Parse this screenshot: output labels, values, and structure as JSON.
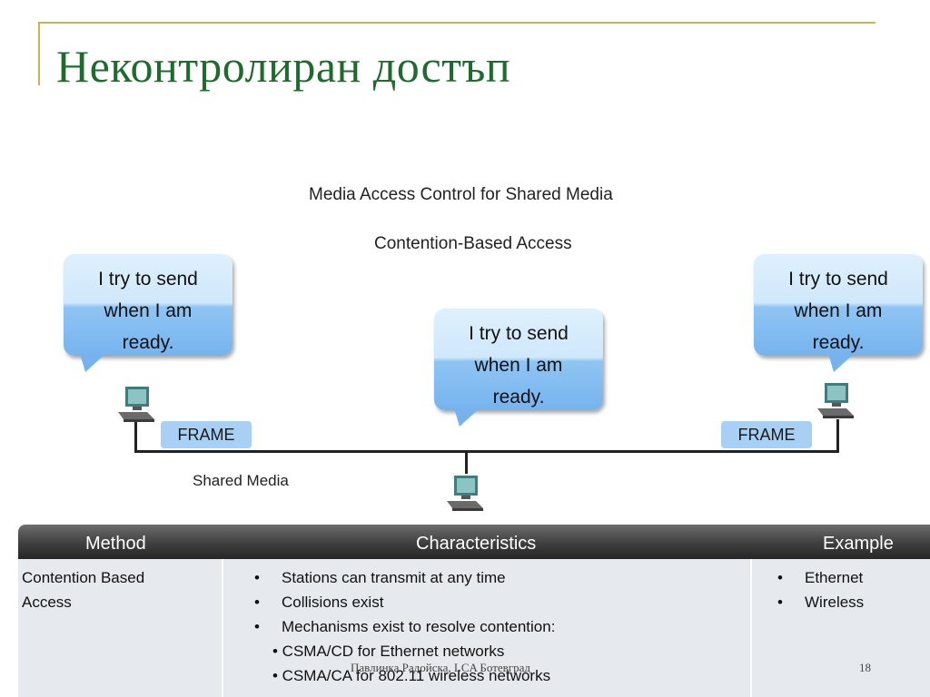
{
  "slide": {
    "title": "Неконтролиран достъп",
    "footer": "Павлинка Радойска, LCA Ботевград",
    "page_number": "18"
  },
  "diagram": {
    "title": "Media Access Control for Shared Media",
    "subtitle": "Contention-Based Access",
    "bubbles": {
      "left": [
        "I try to send",
        "when I am",
        "ready."
      ],
      "center": [
        "I try to send",
        "when I am",
        "ready."
      ],
      "right": [
        "I try to send",
        "when I am",
        "ready."
      ]
    },
    "frame_left": "FRAME",
    "frame_right": "FRAME",
    "shared_media_label": "Shared Media",
    "icons": [
      "computer-icon"
    ],
    "colors": {
      "bubble": "#8fc5f4",
      "frame": "#a8d0f5",
      "title": "#1f6b2f",
      "accent_line": "#c9b35a"
    }
  },
  "table": {
    "headers": {
      "method": "Method",
      "characteristics": "Characteristics",
      "example": "Example"
    },
    "row": {
      "method": [
        "Contention Based",
        "Access"
      ],
      "characteristics": [
        "Stations can transmit at any time",
        "Collisions exist",
        "Mechanisms exist to resolve contention:"
      ],
      "sub_items": [
        "• CSMA/CD for Ethernet networks",
        "• CSMA/CA for 802.11 wireless networks"
      ],
      "examples": [
        "Ethernet",
        "Wireless"
      ]
    }
  }
}
